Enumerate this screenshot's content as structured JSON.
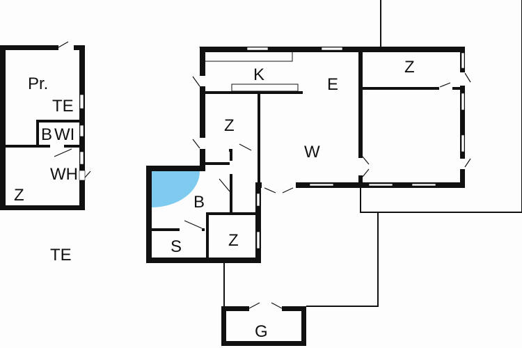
{
  "floorplan": {
    "annex": {
      "labels": {
        "storage": "Pr.",
        "terrace": "TE",
        "bath_b": "B",
        "bath_wi": "WI",
        "room": "Z",
        "wh": "WH"
      }
    },
    "outside_terrace": "TE",
    "main": {
      "labels": {
        "kitchen": "K",
        "dining": "E",
        "bedroom_top_right": "Z",
        "bedroom_middle": "Z",
        "living": "W",
        "bathroom": "B",
        "sauna": "S",
        "bedroom_bottom": "Z",
        "garage": "G"
      }
    },
    "colors": {
      "walls": "#111111",
      "shower": "#7fcbef",
      "background": "#fdfdfd"
    }
  }
}
